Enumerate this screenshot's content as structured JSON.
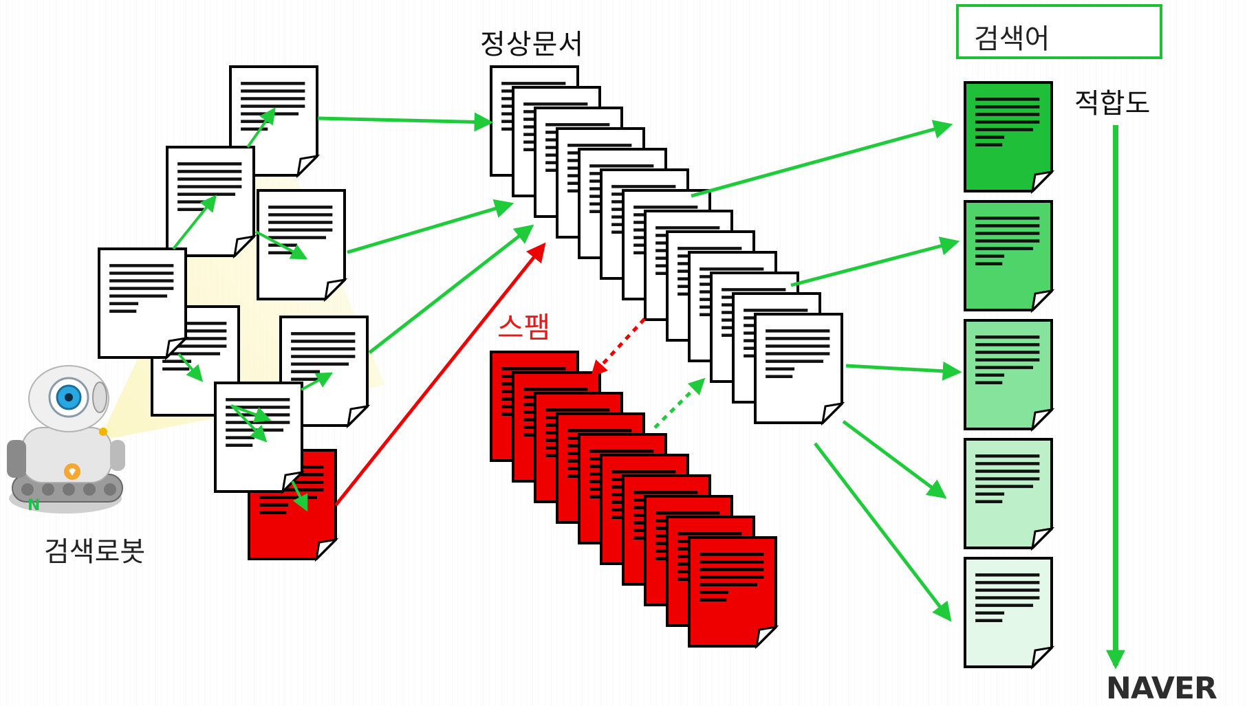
{
  "labels": {
    "normal_docs": "정상문서",
    "search_term": "검색어",
    "relevance": "적합도",
    "spam": "스팸",
    "search_robot": "검색로봇"
  },
  "logo": {
    "text": "NAVER"
  },
  "robot": {
    "badge": "N"
  },
  "colors": {
    "arrow_green": "#1fcb3a",
    "spam_red": "#ee0000",
    "ranked_shades": [
      "#1fbf3a",
      "#4fd46a",
      "#86e39b",
      "#bdf0c8",
      "#e3f8e8"
    ]
  },
  "icons": [
    "document-icon",
    "spam-document-icon",
    "ranked-document-icon",
    "robot-icon",
    "arrow-icon"
  ]
}
